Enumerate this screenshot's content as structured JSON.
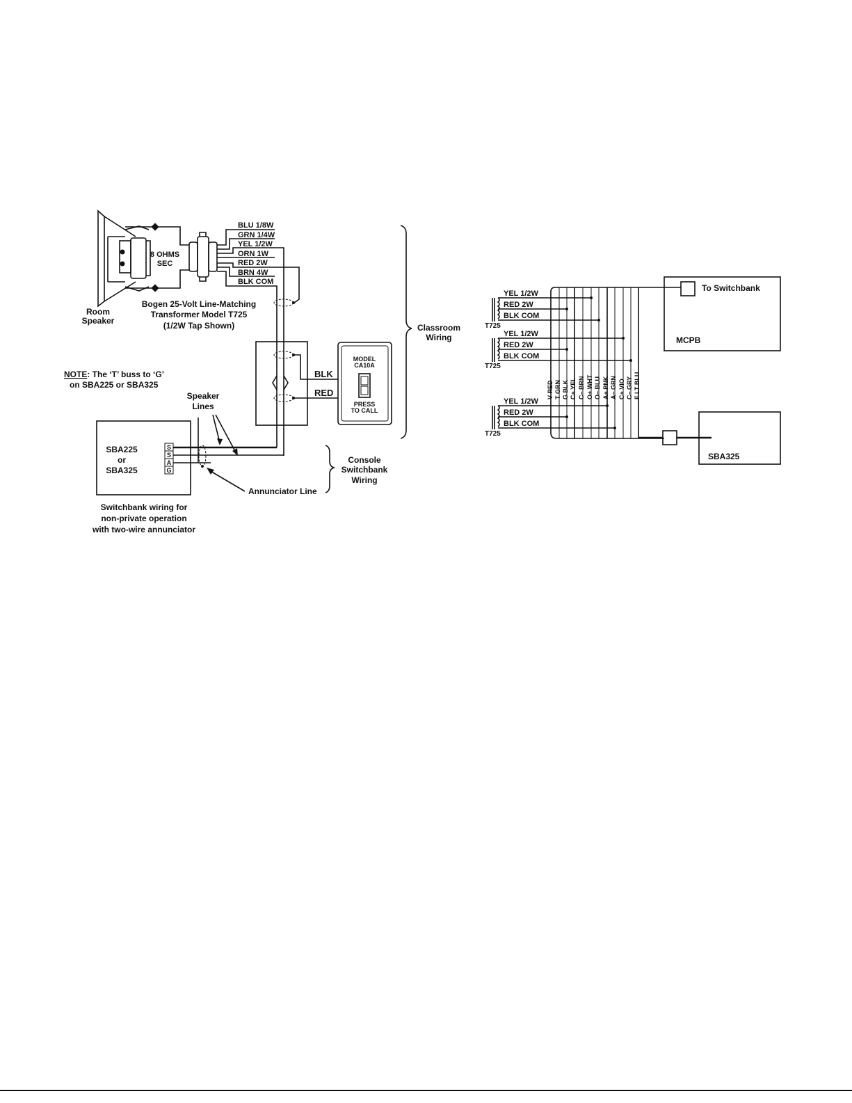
{
  "left_diagram": {
    "room_speaker": "Room Speaker",
    "speaker_impedance": "8 OHMS SEC",
    "transformer_title": "Bogen 25-Volt Line-Matching",
    "transformer_model": "Transformer Model T725",
    "transformer_tap": "(1/2W Tap Shown)",
    "taps": [
      {
        "color": "BLU",
        "rating": "1/8W"
      },
      {
        "color": "GRN",
        "rating": "1/4W"
      },
      {
        "color": "YEL",
        "rating": "1/2W"
      },
      {
        "color": "ORN",
        "rating": "1W"
      },
      {
        "color": "RED",
        "rating": "2W"
      },
      {
        "color": "BRN",
        "rating": "4W"
      },
      {
        "color": "BLK",
        "rating": "COM"
      }
    ],
    "note_label": "NOTE",
    "note_text": ": The ‘T’ buss to ‘G’",
    "note_text2": "on SBA225 or SBA325",
    "speaker_lines": "Speaker Lines",
    "switchbank_model": "SBA225",
    "switchbank_or": "or",
    "switchbank_model2": "SBA325",
    "terminals": [
      "S",
      "S",
      "A",
      "G"
    ],
    "annunciator_line": "Annunciator Line",
    "caption": [
      "Switchbank wiring for",
      "non-private operation",
      "with two-wire annunciator"
    ],
    "wire_blk": "BLK",
    "wire_red": "RED",
    "call_switch_model": "MODEL",
    "call_switch_model2": "CA10A",
    "call_switch_action": "PRESS",
    "call_switch_action2": "TO CALL",
    "classroom_wiring": "Classroom Wiring",
    "console_wiring": [
      "Console",
      "Switchbank",
      "Wiring"
    ]
  },
  "right_diagram": {
    "transformer_groups": [
      {
        "label": "T725",
        "taps": [
          "YEL 1/2W",
          "RED 2W",
          "BLK COM"
        ]
      },
      {
        "label": "T725",
        "taps": [
          "YEL 1/2W",
          "RED 2W",
          "BLK COM"
        ]
      },
      {
        "label": "T725",
        "taps": [
          "YEL 1/2W",
          "RED 2W",
          "BLK COM"
        ]
      }
    ],
    "bus_labels": [
      "V  RED",
      "T  GRN",
      "G  BLK",
      "C+ YEL",
      "C–  BRN",
      "O+ WHT",
      "O–  BLU",
      "A+ PNK",
      "A–  GRN",
      "C+ VIO",
      "C–  GRY",
      "F  LT BLU"
    ],
    "mcpb_label": "MCPB",
    "to_switchbank": "To Switchbank",
    "sba_label": "SBA325"
  }
}
